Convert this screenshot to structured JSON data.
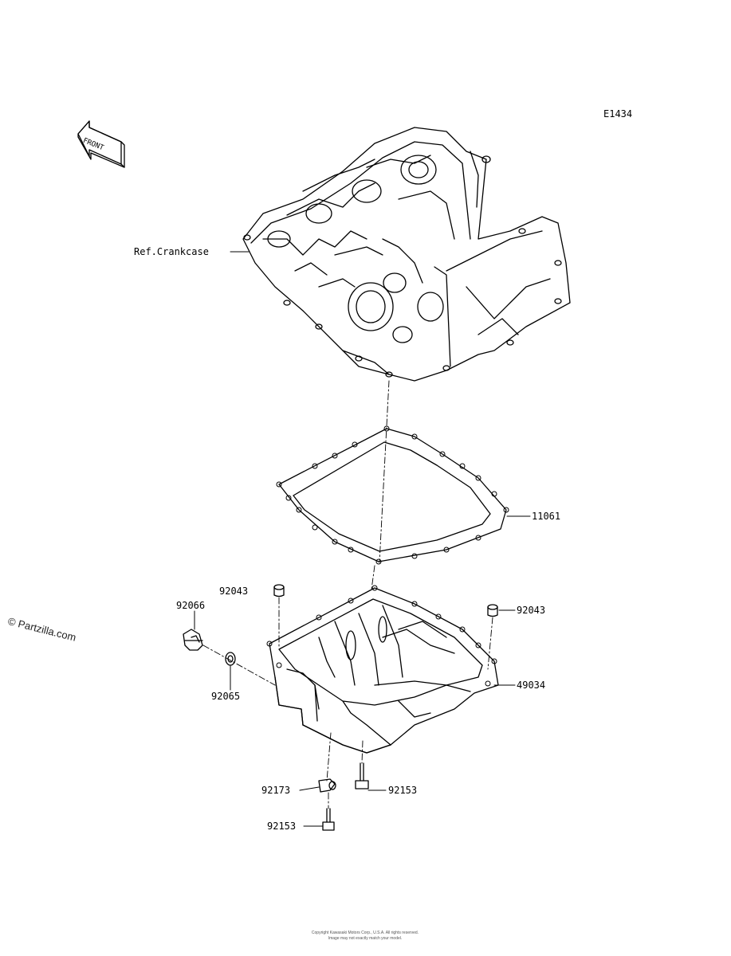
{
  "diagram_code": "E1434",
  "front_arrow_label": "FRONT",
  "watermark": "© Partzilla.com",
  "labels": {
    "ref_crankcase": "Ref.Crankcase",
    "gasket": "11061",
    "dowel_left": "92043",
    "dowel_right": "92043",
    "drain_plug": "92066",
    "washer": "92065",
    "oil_pan": "49034",
    "filter_bolt": "92173",
    "bolt_right": "92153",
    "bolt_bottom": "92153"
  },
  "footer": {
    "line1": "Copyright Kawasaki Motors Corp., U.S.A. All rights reserved.",
    "line2": "Image may not exactly match your model."
  }
}
